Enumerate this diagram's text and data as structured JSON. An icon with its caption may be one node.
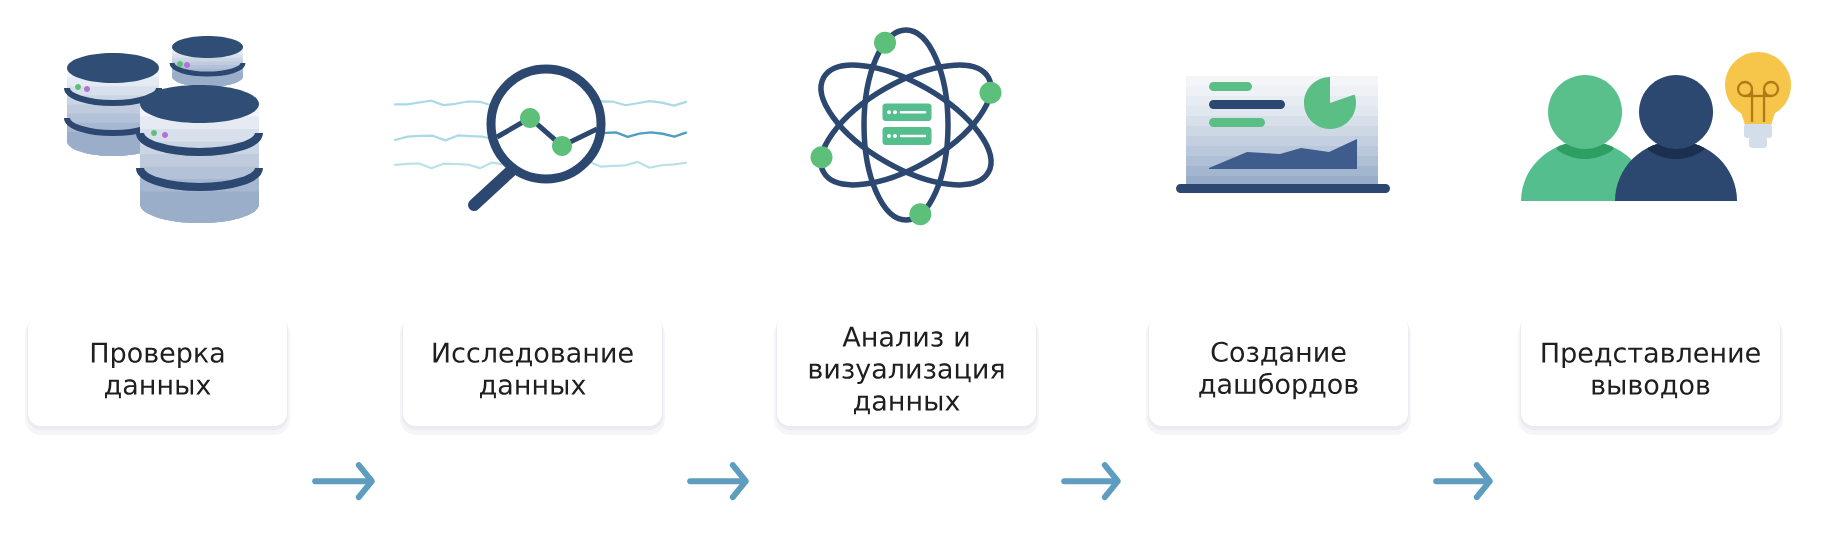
{
  "diagram": {
    "nodes": [
      {
        "text": [
          "Проверка данных"
        ]
      },
      {
        "text": [
          "Исследование данных"
        ]
      },
      {
        "text": [
          "Анализ и визуализация данных"
        ]
      },
      {
        "text": [
          "Создание дашбордов"
        ]
      },
      {
        "text": [
          "Представление выводов"
        ]
      }
    ],
    "edges": [
      {
        "from": 0,
        "to": 1,
        "arrow": "to"
      },
      {
        "from": 1,
        "to": 2,
        "arrow": "to"
      },
      {
        "from": 2,
        "to": 3,
        "arrow": "to"
      },
      {
        "from": 3,
        "to": 4,
        "arrow": "to"
      }
    ]
  }
}
